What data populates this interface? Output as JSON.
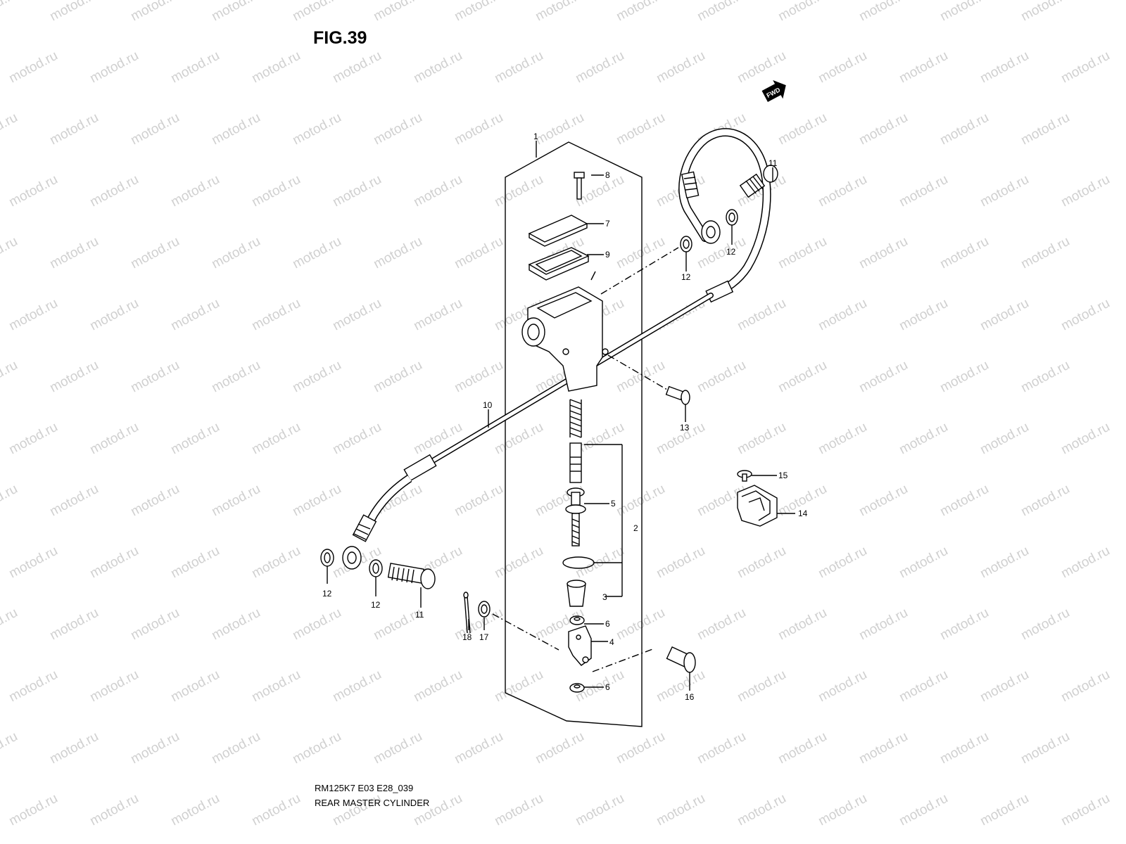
{
  "figure": {
    "title": "FIG.39",
    "model_code": "RM125K7 E03 E28_039",
    "name": "REAR MASTER CYLINDER",
    "fwd_label": "FWD",
    "watermark": "motod.ru"
  },
  "callouts": {
    "c1": "1",
    "c2": "2",
    "c3": "3",
    "c4": "4",
    "c5": "5",
    "c6a": "6",
    "c6b": "6",
    "c7": "7",
    "c8": "8",
    "c9": "9",
    "c10": "10",
    "c11a": "11",
    "c11b": "11",
    "c12a": "12",
    "c12b": "12",
    "c12c": "12",
    "c12d": "12",
    "c13": "13",
    "c14": "14",
    "c15": "15",
    "c16": "16",
    "c17": "17",
    "c18": "18"
  },
  "colors": {
    "line": "#000000",
    "watermark": "#d0d0d0",
    "background": "#ffffff"
  }
}
